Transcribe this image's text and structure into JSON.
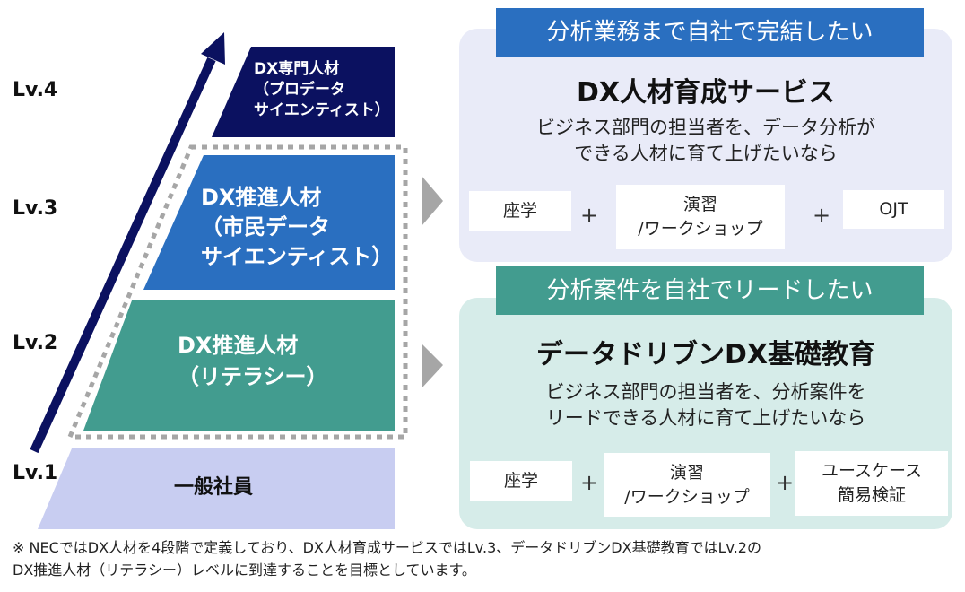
{
  "levels": {
    "lv4": "Lv.4",
    "lv3": "Lv.3",
    "lv2": "Lv.2",
    "lv1": "Lv.1"
  },
  "tiers": {
    "lv4": [
      "DX専門人材",
      "（プロデータ",
      "サイエンティスト）"
    ],
    "lv3": [
      "DX推進人材",
      "（市民データ",
      "サイエンティスト）"
    ],
    "lv2": [
      "DX推進人材",
      "（リテラシー）"
    ],
    "lv1": [
      "一般社員"
    ]
  },
  "colors": {
    "lv4": "#0b1160",
    "lv3": "#2a6fc0",
    "lv2": "#429c8f",
    "lv1": "#c8cdf1",
    "panel1_bg": "#e9ebf8",
    "panel2_bg": "#d6ece9"
  },
  "panel1": {
    "header": "分析業務まで自社で完結したい",
    "title": "DX人材育成サービス",
    "subtitle": [
      "ビジネス部門の担当者を、データ分析が",
      "できる人材に育て上げたいなら"
    ],
    "steps": [
      "座学",
      [
        "演習",
        "/ワークショップ"
      ],
      "OJT"
    ],
    "plus": "+"
  },
  "panel2": {
    "header": "分析案件を自社でリードしたい",
    "title": "データドリブンDX基礎教育",
    "subtitle": [
      "ビジネス部門の担当者を、分析案件を",
      "リードできる人材に育て上げたいなら"
    ],
    "steps": [
      "座学",
      [
        "演習",
        "/ワークショップ"
      ],
      [
        "ユースケース",
        "簡易検証"
      ]
    ],
    "plus": "+"
  },
  "footnote": [
    "※ NECではDX人材を4段階で定義しており、DX人材育成サービスではLv.3、データドリブンDX基礎教育ではLv.2の",
    "DX推進人材（リテラシー）レベルに到達することを目標としています。"
  ]
}
